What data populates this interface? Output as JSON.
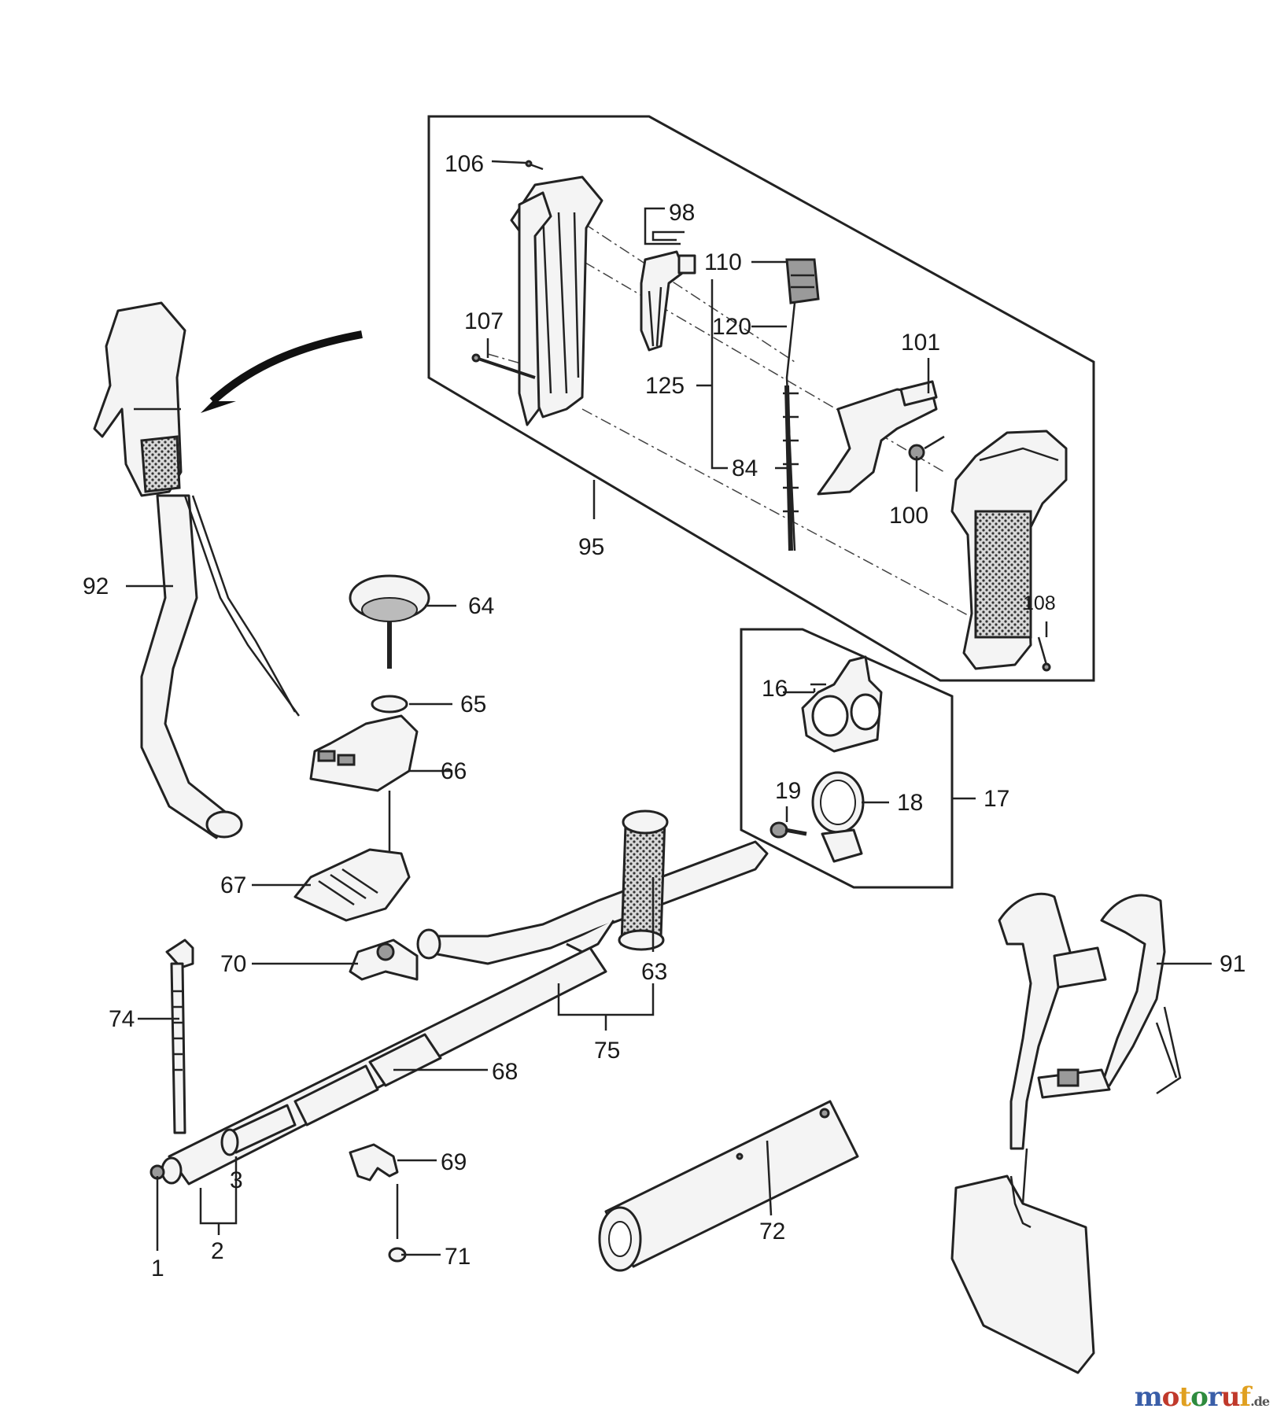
{
  "labels": {
    "p1": "1",
    "p2": "2",
    "p3": "3",
    "p16": "16",
    "p17": "17",
    "p18": "18",
    "p19": "19",
    "p63": "63",
    "p64": "64",
    "p65": "65",
    "p66": "66",
    "p67": "67",
    "p68": "68",
    "p69": "69",
    "p70": "70",
    "p71": "71",
    "p72": "72",
    "p74": "74",
    "p75": "75",
    "p84": "84",
    "p91": "91",
    "p92": "92",
    "p95": "95",
    "p98": "98",
    "p100": "100",
    "p101": "101",
    "p106": "106",
    "p107": "107",
    "p108": "108",
    "p110": "110",
    "p120": "120",
    "p125": "125"
  },
  "watermark": {
    "c1": "m",
    "c2": "o",
    "c3": "t",
    "c4": "o",
    "c5": "r",
    "c6": "u",
    "c7": "f",
    "suffix": ".de"
  },
  "colors": {
    "ink": "#222222",
    "wm1": "#3a5ea8",
    "wm2": "#c0392b",
    "wm3": "#e0a020",
    "wm4": "#2e8b3e"
  }
}
